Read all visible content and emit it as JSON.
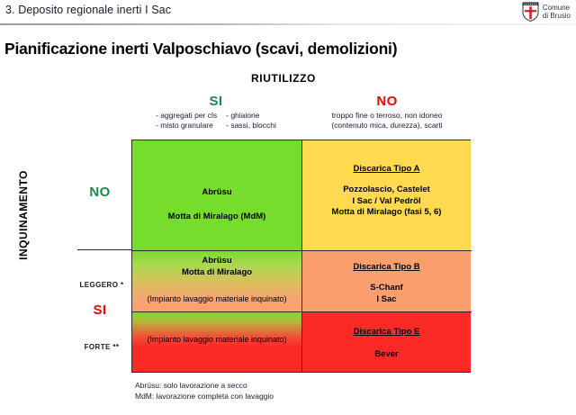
{
  "header": {
    "title": "3. Deposito regionale inerti I Sac",
    "brand_line1": "Comune",
    "brand_line2": "di Brusio"
  },
  "page_title": "Pianificazione inerti Valposchiavo (scavi, demolizioni)",
  "axes": {
    "top_label": "RIUTILIZZO",
    "left_label": "INQUINAMENTO"
  },
  "columns": [
    {
      "key": "si",
      "word": "SI",
      "color": "#1a8a4a",
      "sub_left": [
        "- aggregati per cls",
        "- misto granulare"
      ],
      "sub_right": [
        "- ghiaione",
        "- sassi, blocchi"
      ]
    },
    {
      "key": "no",
      "word": "NO",
      "color": "#ff0000",
      "sub_lines": [
        "troppo fine o terroso, non idoneo",
        "(contenuto mica, durezza), scarti"
      ]
    }
  ],
  "rows": [
    {
      "key": "no",
      "word": "NO",
      "color": "#1a8a4a"
    },
    {
      "key": "leggero",
      "small": "LEGGERO *"
    },
    {
      "key": "si",
      "word": "SI",
      "color": "#ff0000"
    },
    {
      "key": "forte",
      "small": "FORTE **"
    }
  ],
  "cells": {
    "green": {
      "color": "#76dd2c",
      "lines": [
        "Abrüsu",
        "Motta di Miralago (MdM)"
      ]
    },
    "yellow": {
      "color": "#ffd94f",
      "title": "Discarica Tipo A",
      "lines": [
        "Pozzolascio, Castelet",
        "I Sac / Val Pedröl",
        "Motta di Miralago (fasi 5, 6)"
      ]
    },
    "grad_light": {
      "color_top": "#76dd2c",
      "color_bottom": "#fb9f6f",
      "lines": [
        "Abrüsu",
        "Motta di Miralago"
      ],
      "note": "(Impianto lavaggio materiale inquinato)"
    },
    "orange": {
      "color": "#fb9f6f",
      "title": "Discarica Tipo B",
      "lines": [
        "S-Chanf",
        "I Sac"
      ]
    },
    "grad_red": {
      "color_top": "#76dd2c",
      "color_bottom": "#fb2a26",
      "note": "(Impianto lavaggio materiale inquinato)"
    },
    "red": {
      "color": "#fb2a26",
      "title": "Discarica Tipo E",
      "lines": [
        "Bever"
      ]
    }
  },
  "footnotes": [
    "Abrüsu: solo lavorazione a secco",
    "MdM: lavorazione completa con lavaggio"
  ]
}
